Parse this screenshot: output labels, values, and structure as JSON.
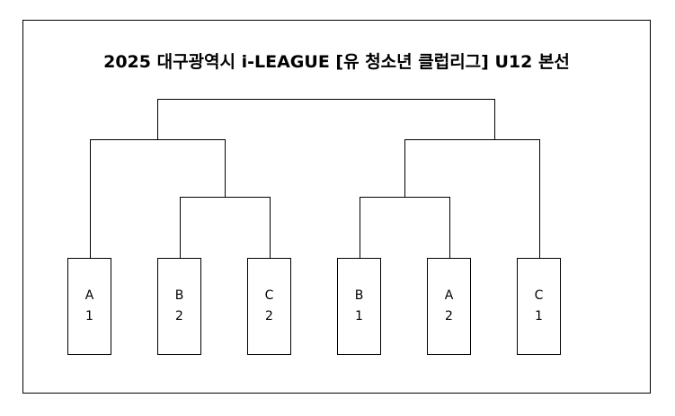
{
  "title": "2025 대구광역시 i-LEAGUE [유 청소년 클럽리그] U12 본선",
  "teams": [
    {
      "group": "A",
      "rank": "1"
    },
    {
      "group": "B",
      "rank": "2"
    },
    {
      "group": "C",
      "rank": "2"
    },
    {
      "group": "B",
      "rank": "1"
    },
    {
      "group": "A",
      "rank": "2"
    },
    {
      "group": "C",
      "rank": "1"
    }
  ]
}
